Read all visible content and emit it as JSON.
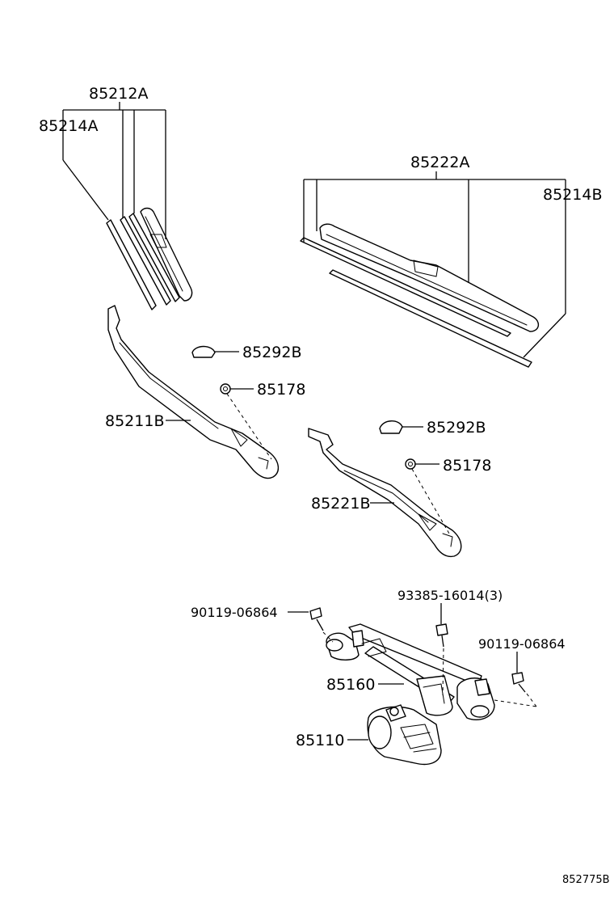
{
  "labels": {
    "p85212A": "85212A",
    "p85214A": "85214A",
    "p85222A": "85222A",
    "p85214B": "85214B",
    "p85292B_1": "85292B",
    "p85178_1": "85178",
    "p85211B": "85211B",
    "p85292B_2": "85292B",
    "p85178_2": "85178",
    "p85221B": "85221B",
    "p90119_1": "90119-06864",
    "p93385": "93385-16014(3)",
    "p90119_2": "90119-06864",
    "p85160": "85160",
    "p85110": "85110"
  },
  "diagram_id": "852775B"
}
